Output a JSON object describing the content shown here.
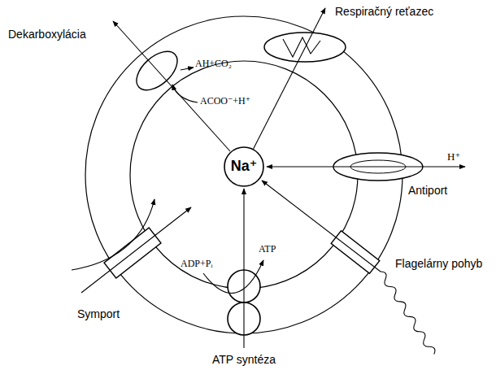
{
  "diagram": {
    "nodes": [
      {
        "text": [
          "Na⁺"
        ]
      }
    ],
    "labels": [
      "Respiračný reťazec",
      "Dekarboxylácia",
      "AH+CO₂",
      "ACOO⁻+H⁺",
      "H⁺",
      "Antiport",
      "ADP+Pᵢ",
      "ATP",
      "Flagelárny pohyb",
      "Symport",
      "ATP syntéza"
    ]
  }
}
